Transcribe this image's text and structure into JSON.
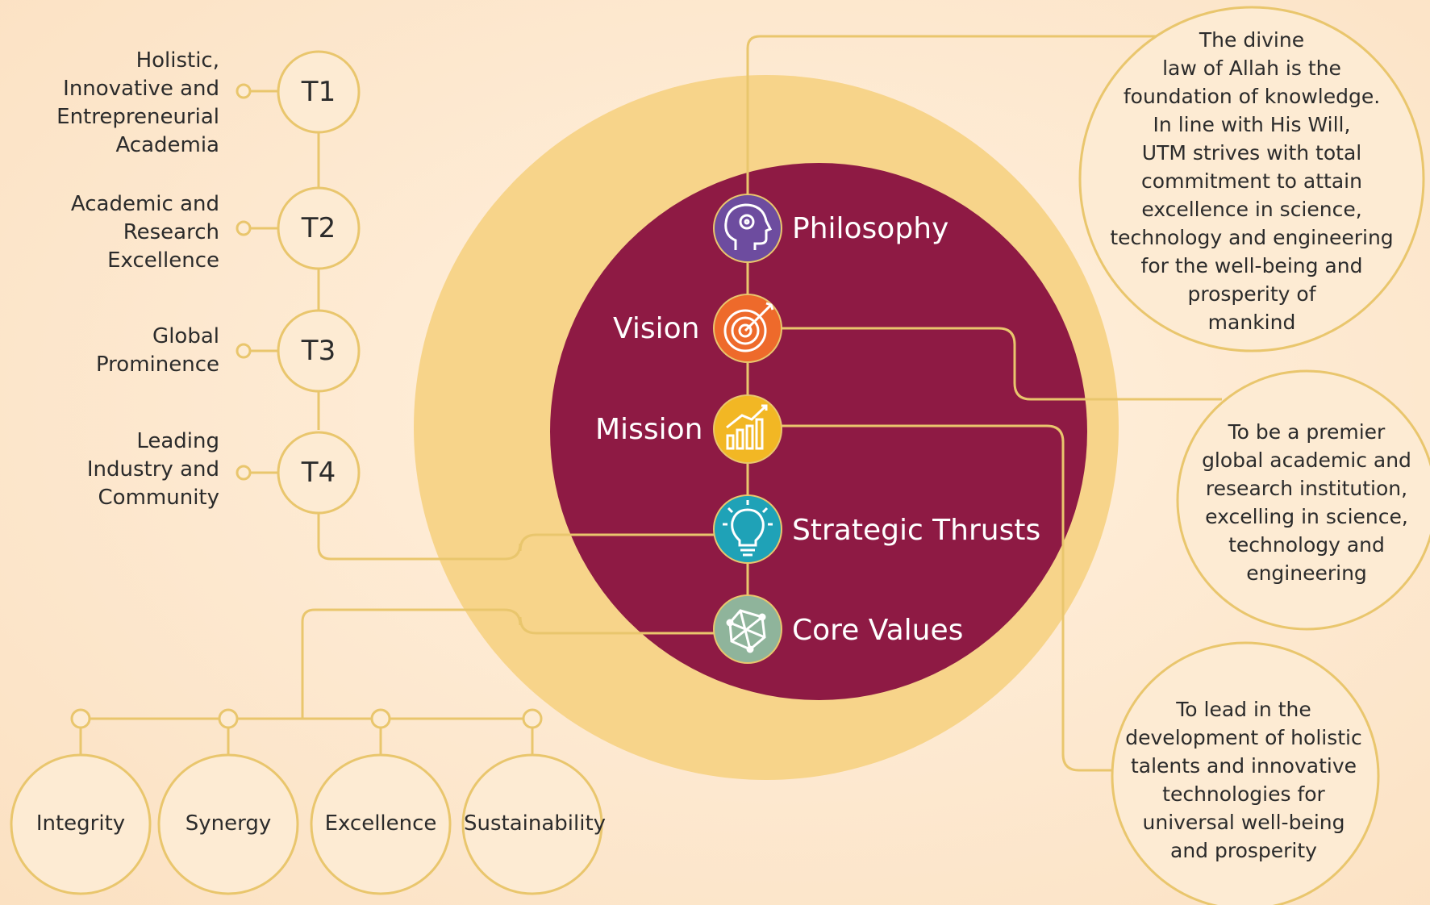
{
  "colors": {
    "background": "#fde8cf",
    "gold": "#e9c66d",
    "halo": "#f7d48a",
    "maroon": "#8e1a44",
    "philosophy_icon": "#6d4c9f",
    "vision_icon": "#ee6a2b",
    "mission_icon": "#f2b724",
    "thrusts_icon": "#1fa2b7",
    "values_icon": "#8fb49b"
  },
  "thrusts": [
    {
      "code": "T1",
      "label": "Holistic,\nInnovative and\nEntrepreneurial\nAcademia"
    },
    {
      "code": "T2",
      "label": "Academic and\nResearch\nExcellence"
    },
    {
      "code": "T3",
      "label": "Global\nProminence"
    },
    {
      "code": "T4",
      "label": "Leading\nIndustry and\nCommunity"
    }
  ],
  "center": {
    "philosophy": {
      "label": "Philosophy",
      "icon": "head-gear-icon"
    },
    "vision": {
      "label": "Vision",
      "icon": "target-icon"
    },
    "mission": {
      "label": "Mission",
      "icon": "growth-chart-icon"
    },
    "strategic_thrusts": {
      "label": "Strategic Thrusts",
      "icon": "lightbulb-icon"
    },
    "core_values": {
      "label": "Core Values",
      "icon": "network-icon"
    }
  },
  "statements": {
    "philosophy": "The divine\nlaw of Allah is the\nfoundation of knowledge.\nIn line with His Will,\nUTM strives with total\ncommitment to attain\nexcellence in science,\ntechnology and engineering\nfor the well-being and\nprosperity of\nmankind",
    "vision": "To be a premier\nglobal academic and\nresearch institution,\nexcelling in science,\ntechnology and\nengineering",
    "mission": "To lead in the\ndevelopment of holistic\ntalents and innovative\ntechnologies for\nuniversal well-being\nand prosperity"
  },
  "core_values": [
    "Integrity",
    "Synergy",
    "Excellence",
    "Sustainability"
  ]
}
